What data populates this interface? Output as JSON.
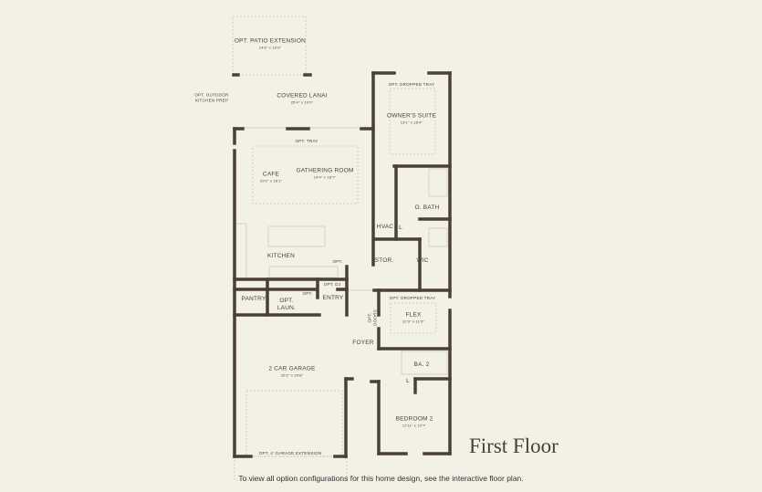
{
  "floor_title": "First Floor",
  "footer_note": "To view all option configurations for this home design, see the interactive floor plan.",
  "colors": {
    "background": "#f3f1e5",
    "walls": "#4a4039",
    "light_lines": "#cfcabb"
  },
  "rooms": {
    "patio_ext": {
      "name": "OPT. PATIO EXTENSION",
      "dim": "14'0\" x 10'0\""
    },
    "outdoor_kitchen": {
      "name": "OPT. OUTDOOR KITCHEN PREP"
    },
    "lanai": {
      "name": "COVERED LANAI",
      "dim": "25'4\" x 10'0\""
    },
    "owners_tray": {
      "name": "OPT. DROPPED TRAY"
    },
    "owners_suite": {
      "name": "OWNER'S SUITE",
      "dim": "13'1\" x 16'4\""
    },
    "opt_tray": {
      "name": "OPT. TRAY"
    },
    "cafe": {
      "name": "CAFE",
      "dim": "10'0\" x 16'1\""
    },
    "gathering": {
      "name": "GATHERING ROOM",
      "dim": "14'4\" x 18'7\""
    },
    "obath": {
      "name": "O. BATH"
    },
    "hvac": {
      "name": "HVAC"
    },
    "linen1": {
      "name": "L"
    },
    "kitchen": {
      "name": "KITCHEN"
    },
    "opt_kitchen": {
      "name": "OPT."
    },
    "stor": {
      "name": "STOR."
    },
    "wic": {
      "name": "WIC"
    },
    "opt_dj": {
      "name": "OPT. DJ"
    },
    "opt_entry": {
      "name": "OPT."
    },
    "entry": {
      "name": "ENTRY"
    },
    "pantry": {
      "name": "PANTRY"
    },
    "laun": {
      "name": "OPT. LAUN."
    },
    "flex_tray": {
      "name": "OPT. DROPPED TRAY"
    },
    "flex": {
      "name": "FLEX",
      "dim": "12'0\" x 11'0\""
    },
    "opt_doors": {
      "name": "OPT. DOORS"
    },
    "foyer": {
      "name": "FOYER"
    },
    "ba2": {
      "name": "BA. 2"
    },
    "linen2": {
      "name": "L"
    },
    "garage": {
      "name": "2 CAR GARAGE",
      "dim": "20'2\" x 20'8\""
    },
    "bedroom2": {
      "name": "BEDROOM 2",
      "dim": "11'11\" x 10'7\""
    },
    "garage_ext": {
      "name": "OPT. 4' GARAGE EXTENSION"
    }
  }
}
